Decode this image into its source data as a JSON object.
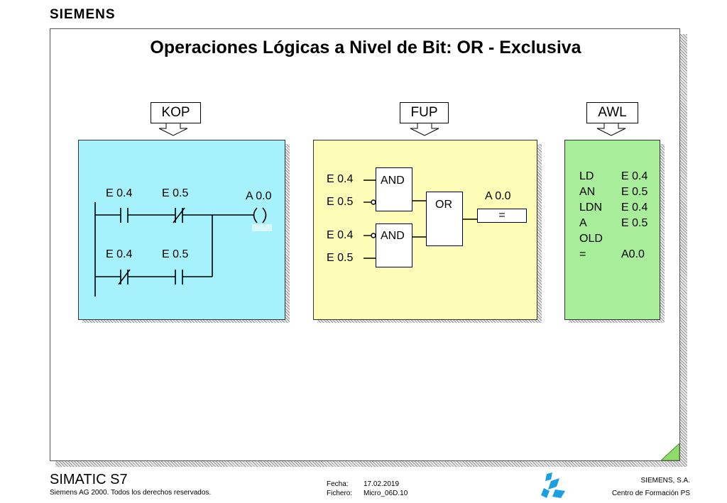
{
  "brand": {
    "logo": "SIEMENS"
  },
  "slide": {
    "title": "Operaciones Lógicas a Nivel de Bit: OR - Exclusiva",
    "tags": {
      "kop": "KOP",
      "fup": "FUP",
      "awl": "AWL"
    }
  },
  "kop": {
    "row1": {
      "contact1": "E 0.4",
      "contact2": "E 0.5",
      "coil": "A 0.0"
    },
    "row2": {
      "contact1": "E 0.4",
      "contact2": "E 0.5"
    }
  },
  "fup": {
    "and1": {
      "label": "AND",
      "in1": "E 0.4",
      "in2": "E 0.5"
    },
    "and2": {
      "label": "AND",
      "in1": "E 0.4",
      "in2": "E 0.5"
    },
    "or": {
      "label": "OR"
    },
    "output": {
      "label": "A 0.0",
      "op": "="
    }
  },
  "awl": {
    "lines": [
      {
        "op": "LD",
        "arg": "E 0.4"
      },
      {
        "op": "AN",
        "arg": "E 0.5"
      },
      {
        "op": "LDN",
        "arg": "E 0.4"
      },
      {
        "op": "A",
        "arg": "E 0.5"
      },
      {
        "op": "OLD",
        "arg": ""
      },
      {
        "op": "=",
        "arg": "A0.0"
      }
    ]
  },
  "colors": {
    "kop_bg": "#a6f2fc",
    "fup_bg": "#fdfdb8",
    "awl_bg": "#a8ee9a"
  },
  "footer": {
    "product": "SIMATIC S7",
    "copyright": "Siemens AG 2000. Todos los derechos reservados.",
    "fecha_label": "Fecha:",
    "fecha_value": "17.02.2019",
    "fichero_label": "Fichero:",
    "fichero_value": "Micro_06D.10",
    "company": "SIEMENS, S.A.",
    "center": "Centro de Formación PS"
  }
}
